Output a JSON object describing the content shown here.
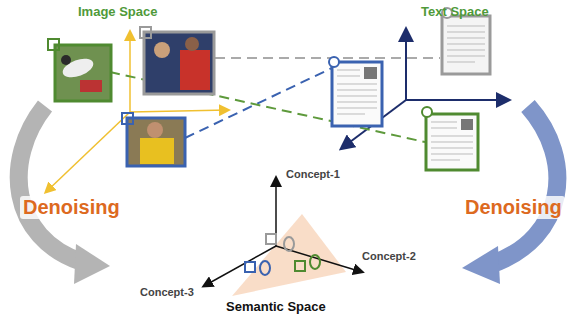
{
  "diagram": {
    "labels": [
      "Image Space",
      "Text Space",
      "Denoising",
      "Denoising",
      "Concept-1",
      "Concept-2",
      "Concept-3",
      "Semantic Space"
    ]
  }
}
